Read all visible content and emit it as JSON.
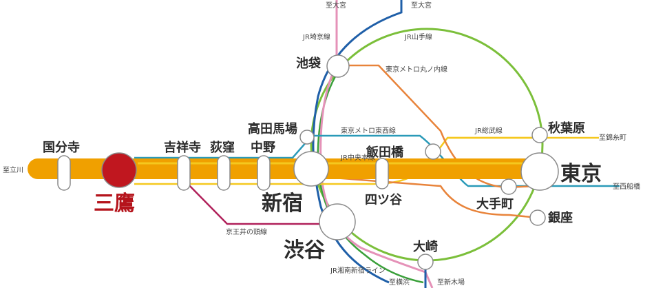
{
  "colors": {
    "chuo": "#f0a000",
    "yamanote": "#7bbf3a",
    "keihin": "#1f5fa8",
    "saikyo": "#e592b8",
    "shonan": "#3aa03a",
    "marunouchi": "#e8833a",
    "tozai": "#2a9ab8",
    "sobu": "#f5c81e",
    "inokashira": "#b0205a",
    "home": "#c0171f"
  },
  "stations": {
    "kokubunji": "国分寺",
    "mitaka": "三鷹",
    "kichijoji": "吉祥寺",
    "ogikubo": "荻窪",
    "nakano": "中野",
    "takadanobaba": "高田馬場",
    "ikebukuro": "池袋",
    "shinjuku": "新宿",
    "shibuya": "渋谷",
    "iidabashi": "飯田橋",
    "yotsuya": "四ツ谷",
    "akihabara": "秋葉原",
    "tokyo": "東京",
    "otemachi": "大手町",
    "ginza": "銀座",
    "osaki": "大崎"
  },
  "lines": {
    "saikyo": "JR埼京線",
    "yamanote": "JR山手線",
    "marunouchi": "東京メトロ丸ノ内線",
    "tozai": "東京メトロ東西線",
    "sobu": "JR総武線",
    "chuo": "JR中央本線",
    "inokashira": "京王井の頭線",
    "shonan": "JR湘南新宿ライン"
  },
  "directions": {
    "omiya_1": "至大宮",
    "omiya_2": "至大宮",
    "tachikawa": "至立川",
    "kinshicho": "至錦糸町",
    "nishifunabashi": "至西船橋",
    "yokohama": "至横浜",
    "shinkiba": "至新木場"
  }
}
